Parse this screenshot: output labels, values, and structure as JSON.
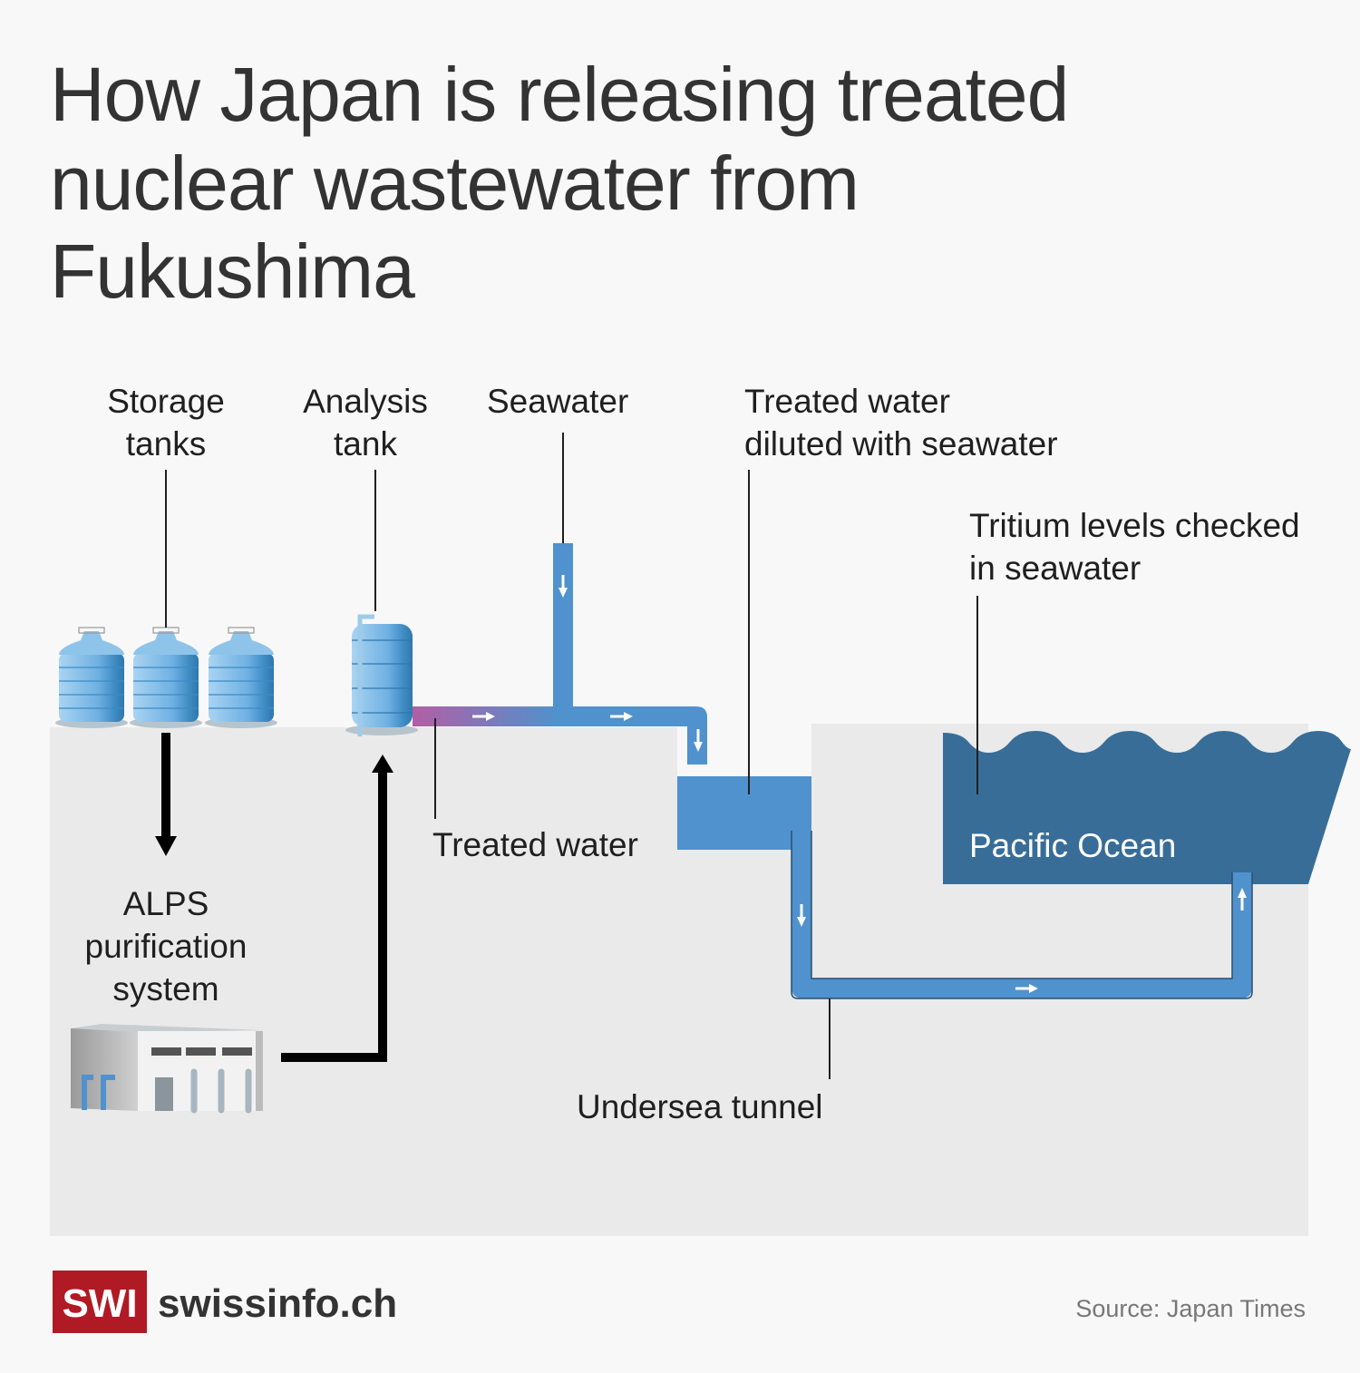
{
  "title": {
    "line1": "How Japan is releasing treated",
    "line2": "nuclear wastewater from",
    "line3": "Fukushima"
  },
  "labels": {
    "storage_tanks": [
      "Storage",
      "tanks"
    ],
    "analysis_tank": [
      "Analysis",
      "tank"
    ],
    "seawater": "Seawater",
    "diluted": [
      "Treated water",
      "diluted with seawater"
    ],
    "tritium": [
      "Tritium levels checked",
      "in seawater"
    ],
    "treated_water": "Treated water",
    "alps": [
      "ALPS",
      "purification",
      "system"
    ],
    "pacific": "Pacific Ocean",
    "tunnel": "Undersea tunnel"
  },
  "footer": {
    "logo_mark": "SWI",
    "logo_text": "swissinfo.ch",
    "source": "Source: Japan Times"
  },
  "colors": {
    "background": "#f8f8f8",
    "ground": "#eaeaea",
    "pipe": "#4f92cd",
    "treated": "#b25ea5",
    "ocean": "#386d98",
    "brand_red": "#b01a24"
  }
}
